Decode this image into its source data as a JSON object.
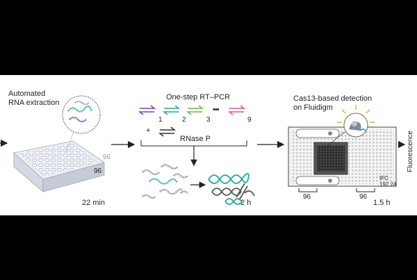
{
  "stages": {
    "extraction": {
      "title_line1": "Automated",
      "title_line2": "RNA extraction",
      "plate_count_back": "96",
      "plate_count_front": "96",
      "duration": "22 min"
    },
    "rtpcr": {
      "title": "One-step RT–PCR",
      "primer_labels": [
        "1",
        "2",
        "3",
        "9"
      ],
      "ellipsis": "•••",
      "plus": "+",
      "control_label": "RNase P",
      "duration": "2 h"
    },
    "detection": {
      "title_line1": "Cas13-based detection",
      "title_line2": "on Fluidigm",
      "left_bracket_label": "96",
      "right_bracket_label": "96",
      "chip_label_line1": "IFC",
      "chip_label_line2": "192.24",
      "duration": "1.5 h"
    },
    "output": {
      "label": "Fluorescence"
    }
  },
  "colors": {
    "primer_pairs": [
      "#7b3fb0",
      "#1fa89a",
      "#5fbf3a",
      "#d94fb3"
    ],
    "rnase_p": "#333333",
    "cas13_ray": "#e6a817",
    "helix_teal": "#1fa89a",
    "helix_gray": "#555555"
  }
}
